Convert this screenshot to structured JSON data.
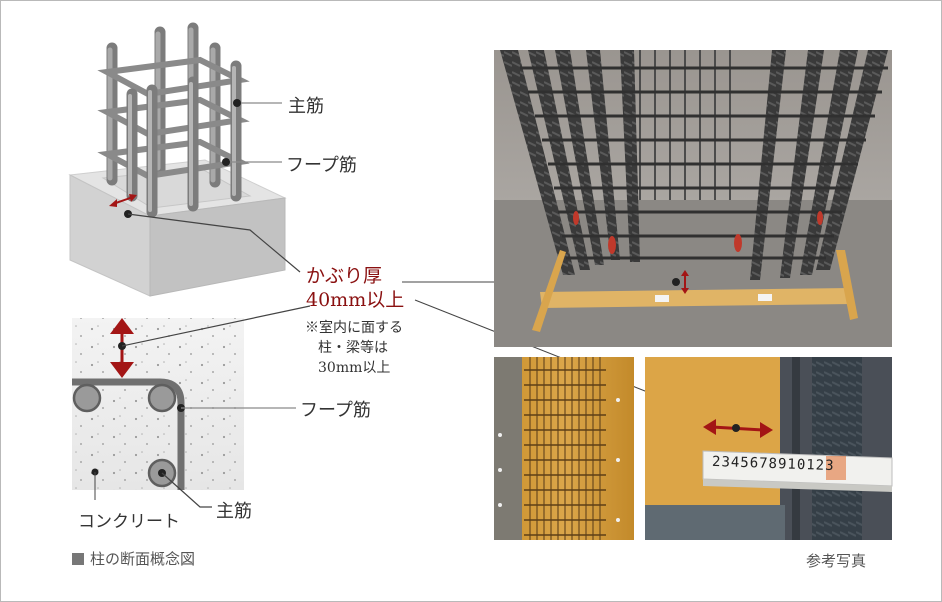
{
  "labels": {
    "main_bar_top": "主筋",
    "hoop_top": "フープ筋",
    "cover_title": "かぶり厚",
    "cover_value": "40mm以上",
    "note_line1": "※室内に面する",
    "note_line2": "柱・梁等は",
    "note_line3": "30mm以上",
    "hoop_section": "フープ筋",
    "concrete": "コンクリート",
    "main_bar_section": "主筋"
  },
  "caption_left": "柱の断面概念図",
  "caption_right": "参考写真",
  "tape_measure_digits": "2345678910123",
  "colors": {
    "accent_red": "#8a1010",
    "rebar_gray": "#8a8a8a",
    "concrete": "#ebebeb",
    "formwork_yellow": "#d9a63a"
  }
}
